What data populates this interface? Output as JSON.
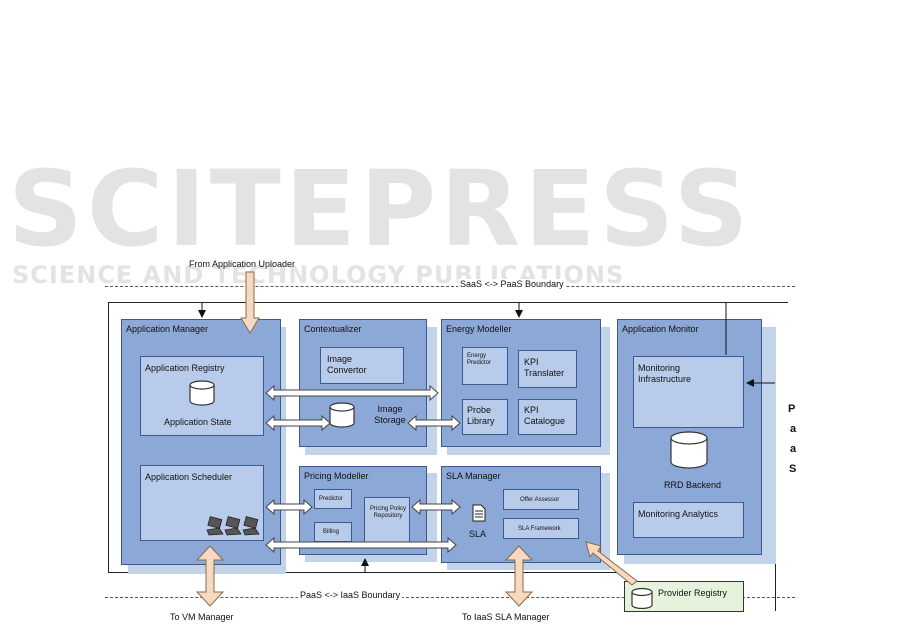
{
  "watermark": {
    "main": "SCITEPRESS",
    "sub": "SCIENCE AND TECHNOLOGY PUBLICATIONS"
  },
  "labels": {
    "from_uploader": "From Application Uploader",
    "saas_paas": "SaaS <-> PaaS  Boundary",
    "paas_iaas": "PaaS <-> IaaS Boundary",
    "to_vm": "To VM Manager",
    "to_iaas_sla": "To IaaS SLA Manager",
    "paas_vertical": [
      "P",
      "a",
      "a",
      "S"
    ]
  },
  "application_manager": {
    "title": "Application Manager",
    "registry": "Application Registry",
    "state": "Application State",
    "scheduler": "Application Scheduler"
  },
  "contextualizer": {
    "title": "Contextualizer",
    "image_convertor": "Image Convertor",
    "image_storage": "Image Storage"
  },
  "energy_modeller": {
    "title": "Energy Modeller",
    "energy_predictor": "Energy Predictor",
    "kpi_translater": "KPI Translater",
    "probe_library": "Probe Library",
    "kpi_catalogue": "KPI Catalogue"
  },
  "application_monitor": {
    "title": "Application Monitor",
    "monitoring_infrastructure": "Monitoring Infrastructure",
    "rrd_backend": "RRD Backend",
    "monitoring_analytics": "Monitoring Analytics"
  },
  "pricing_modeller": {
    "title": "Pricing Modeller",
    "predictor": "Predictor",
    "billing": "Billing",
    "policy_repository": "Pricing Policy Repository"
  },
  "sla_manager": {
    "title": "SLA Manager",
    "offer_assessor": "Offer Assessor",
    "sla_framework": "SLA Framework",
    "sla": "SLA"
  },
  "provider_registry": "Provider Registry",
  "colors": {
    "panel": "#8ca8d6",
    "inner": "#b9cbea",
    "border": "#3b5a8f",
    "registry_box": "#e6f2dc",
    "arrow_fill": "#f2d3b8"
  }
}
